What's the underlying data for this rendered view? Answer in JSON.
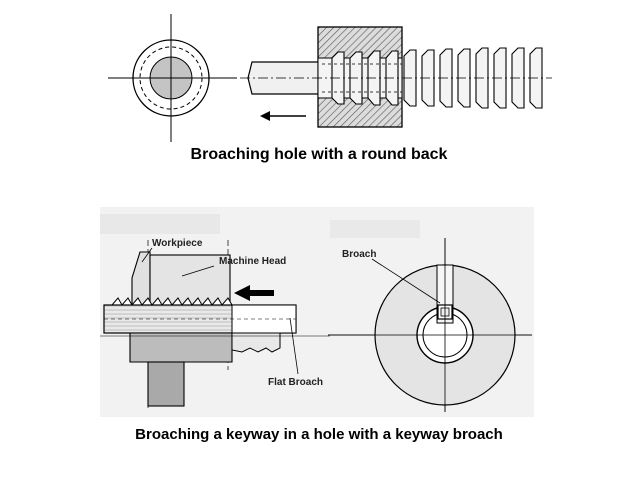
{
  "top_diagram": {
    "caption": "Broaching hole with a round back"
  },
  "bottom_diagram": {
    "caption": "Broaching a keyway in a hole with a keyway broach",
    "labels": {
      "workpiece": "Workpiece",
      "machine_head": "Machine Head",
      "broach": "Broach",
      "flat_broach": "Flat Broach"
    }
  },
  "colors": {
    "part_fill": "#c8c8c8",
    "head_fill": "#d2d2d2",
    "hatch": "#555555",
    "line": "#000000"
  }
}
